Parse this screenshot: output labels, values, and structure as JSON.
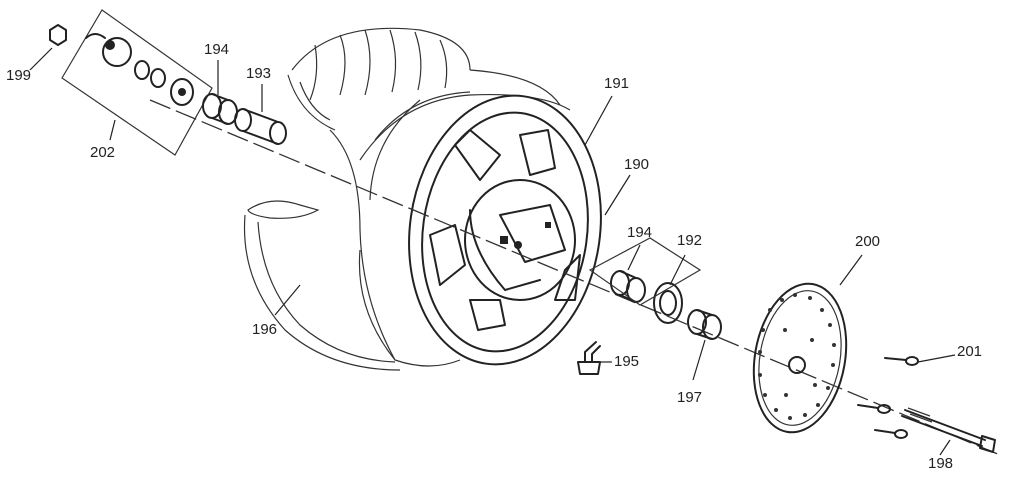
{
  "parts": [
    {
      "id": "p191",
      "label": "191"
    },
    {
      "id": "p190",
      "label": "190"
    },
    {
      "id": "p192",
      "label": "192"
    },
    {
      "id": "p193",
      "label": "193"
    },
    {
      "id": "p194a",
      "label": "194"
    },
    {
      "id": "p194b",
      "label": "194"
    },
    {
      "id": "p195",
      "label": "195"
    },
    {
      "id": "p196",
      "label": "196"
    },
    {
      "id": "p197",
      "label": "197"
    },
    {
      "id": "p198",
      "label": "198"
    },
    {
      "id": "p199",
      "label": "199"
    },
    {
      "id": "p200",
      "label": "200"
    },
    {
      "id": "p201",
      "label": "201"
    },
    {
      "id": "p202",
      "label": "202"
    }
  ]
}
